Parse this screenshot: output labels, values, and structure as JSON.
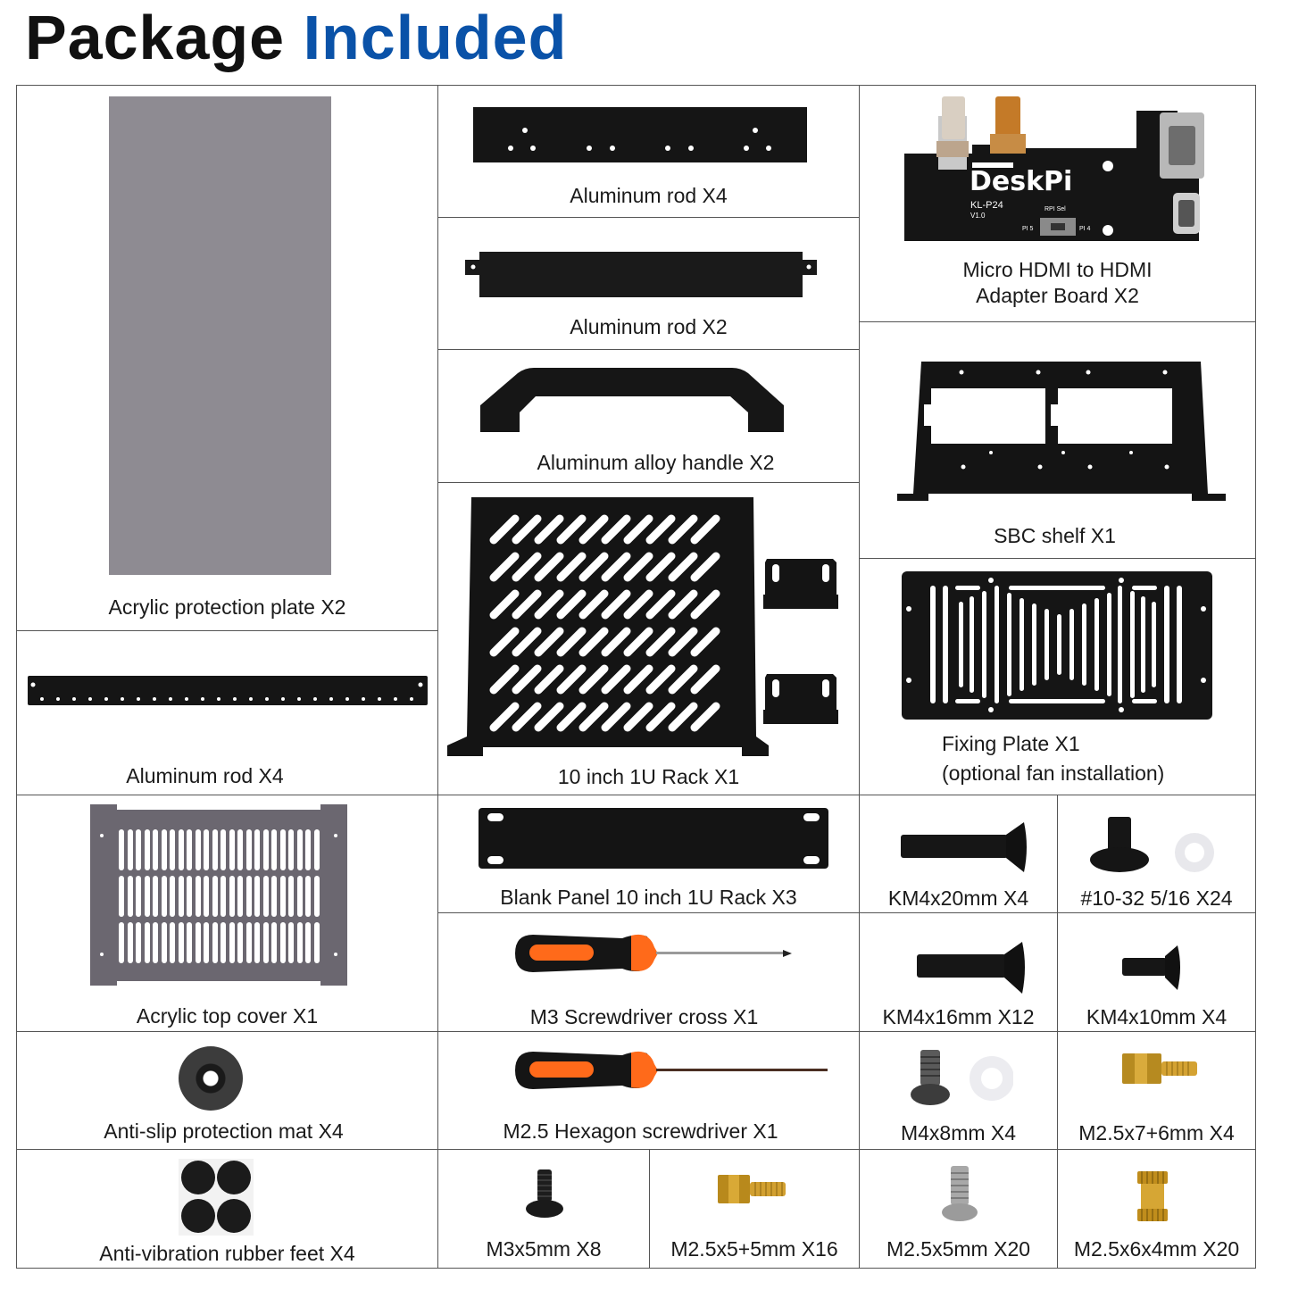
{
  "header": {
    "title_part1": "Package",
    "title_part2": "Included",
    "title_part2_color": "#0a52a8"
  },
  "items": {
    "acrylic_protection_plate": "Acrylic protection plate X2",
    "aluminum_rod_long": "Aluminum rod X4",
    "acrylic_top_cover": "Acrylic top cover X1",
    "anti_slip_mat": "Anti-slip protection mat X4",
    "rubber_feet": "Anti-vibration rubber feet X4",
    "aluminum_rod_short": "Aluminum rod X4",
    "aluminum_rod_tabs": "Aluminum rod X2",
    "handle": "Aluminum alloy handle X2",
    "rack": "10 inch 1U Rack X1",
    "blank_panel": "Blank Panel 10 inch 1U Rack  X3",
    "m3_screwdriver": "M3 Screwdriver cross  X1",
    "hex_screwdriver": "M2.5 Hexagon screwdriver  X1",
    "m3x5": "M3x5mm X8",
    "m25x5p5": "M2.5x5+5mm X16",
    "hdmi_adapter_line1": "Micro HDMI to HDMI",
    "hdmi_adapter_line2": "Adapter Board  X2",
    "sbc_shelf": "SBC shelf X1",
    "fixing_plate_line1": "Fixing Plate X1",
    "fixing_plate_line2": "(optional fan installation)",
    "km4x20": "KM4x20mm X4",
    "screw_10_32": "#10-32  5/16 X24",
    "km4x16": "KM4x16mm X12",
    "km4x10": "KM4x10mm X4",
    "m4x8": "M4x8mm X4",
    "m25x7p6": "M2.5x7+6mm X4",
    "m25x5": "M2.5x5mm X20",
    "m25x6x4": "M2.5x6x4mm X20"
  },
  "board": {
    "brand": "DeskPi",
    "model": "KL-P24",
    "version": "V1.0",
    "switch_label": "RPI Sel",
    "left_label": "PI 5",
    "right_label": "PI 4"
  }
}
